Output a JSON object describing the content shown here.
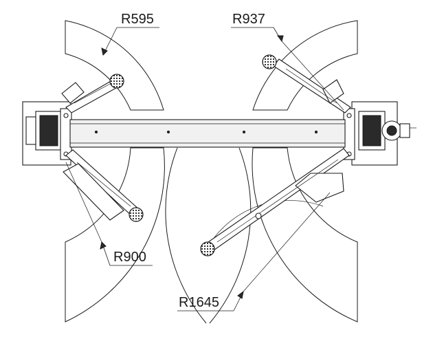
{
  "labels": {
    "r595": "R595",
    "r937": "R937",
    "r900": "R900",
    "r1645": "R1645"
  },
  "colors": {
    "line": "#1a1a1a",
    "beam_fill": "#f1f1f1",
    "background": "#ffffff"
  }
}
